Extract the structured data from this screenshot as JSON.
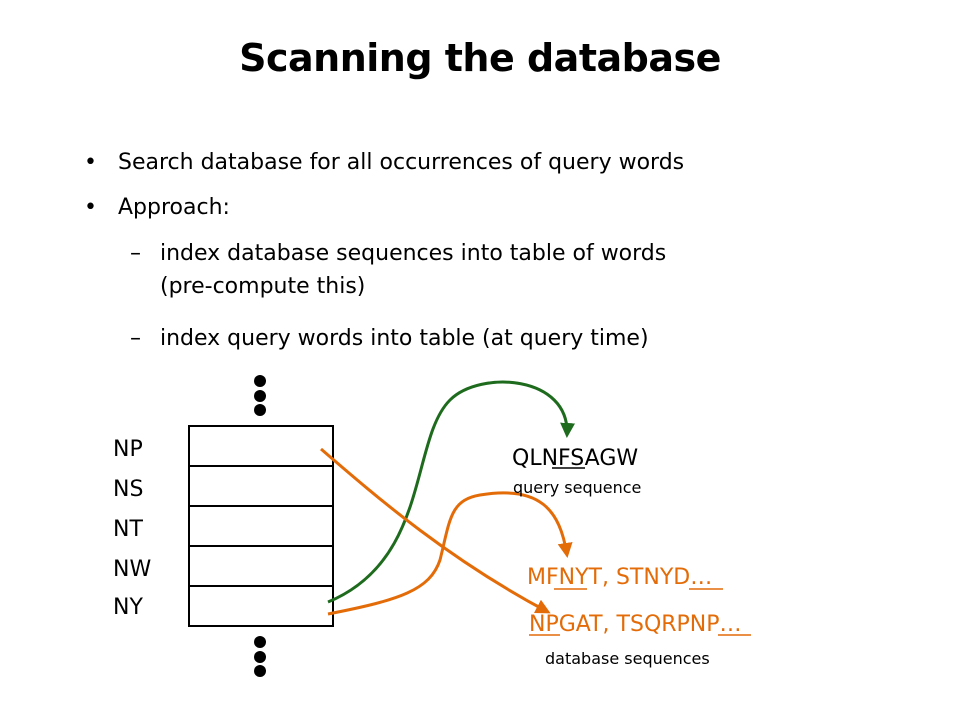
{
  "slide": {
    "title": "Scanning the database",
    "bullets": [
      {
        "marker": "•",
        "text": "Search database for all occurrences of query words"
      },
      {
        "marker": "•",
        "text": "Approach:"
      }
    ],
    "sub_bullets": [
      {
        "marker": "–",
        "text": "index database sequences into table of words\n(pre-compute this)"
      },
      {
        "marker": "–",
        "text": "index query words into table (at query time)"
      }
    ]
  },
  "diagram": {
    "table_words": [
      "NP",
      "NS",
      "NT",
      "NW",
      "NY"
    ],
    "query_sequence": "QLNFSAGW",
    "query_label": "query sequence",
    "database_sequences": [
      "MFNYT, STNYD…",
      "NPGAT, TSQRPNP…"
    ],
    "database_label": "database sequences",
    "colors": {
      "green": "#1e6b1e",
      "orange": "#e36c09",
      "text": "#000000"
    }
  }
}
